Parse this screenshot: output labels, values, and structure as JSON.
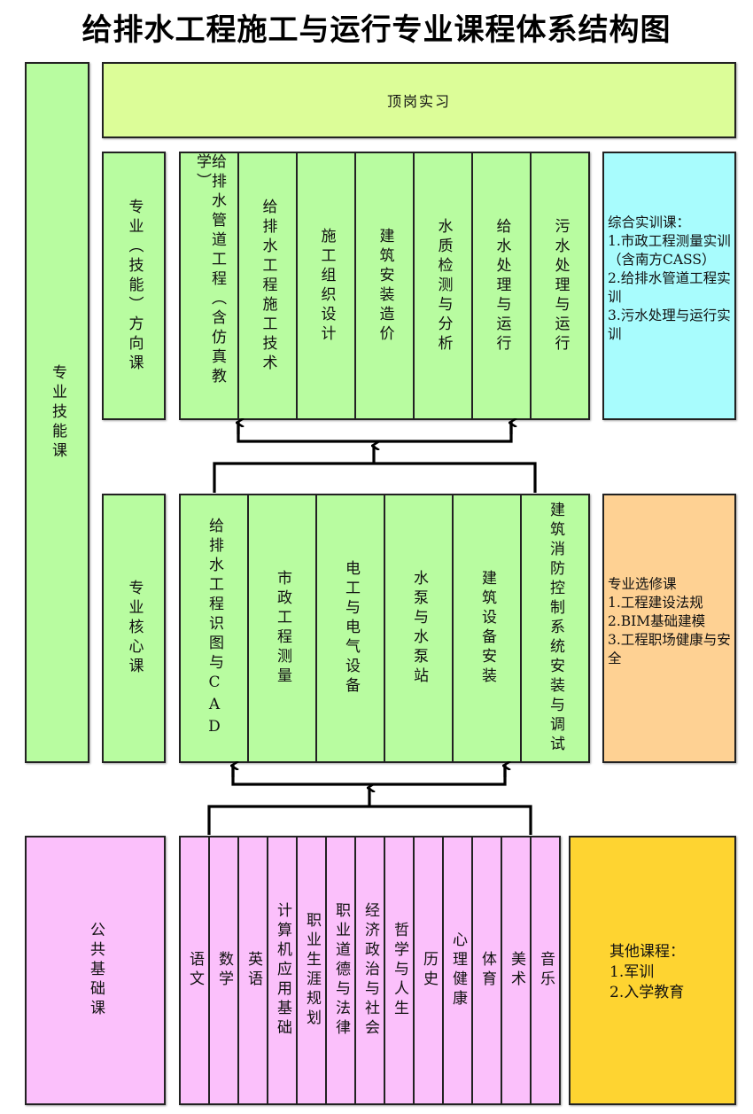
{
  "title": "给排水工程施工与运行专业课程体系结构图",
  "colors": {
    "professional_green": "#b8fca0",
    "internship_lime": "#dcfd98",
    "practical_cyan": "#a8fcfd",
    "elective_orange": "#fed193",
    "public_pink": "#fbc0fb",
    "other_yellow": "#fed431",
    "border": "#222222"
  },
  "left_column": {
    "label": "专业技能课"
  },
  "internship": {
    "label": "顶岗实习"
  },
  "direction_row": {
    "label": "专业（技能）方向课",
    "courses": [
      "给排水管道工程（含仿真教学）",
      "给排水工程施工技术",
      "施工组织设计",
      "建筑安装造价",
      "水质检测与分析",
      "给水处理与运行",
      "污水处理与运行"
    ],
    "side_box": {
      "heading": "综合实训课：",
      "items": [
        "1.市政工程测量实训（含南方CASS）",
        "2.给排水管道工程实训",
        "3.污水处理与运行实训"
      ]
    }
  },
  "core_row": {
    "label": "专业核心课",
    "courses": [
      "给排水工程识图与CAD",
      "市政工程测量",
      "电工与电气设备",
      "水泵与水泵站",
      "建筑设备安装",
      "建筑消防控制系统安装与调试"
    ],
    "side_box": {
      "heading": "专业选修课",
      "items": [
        "1.工程建设法规",
        "2.BIM基础建模",
        "3.工程职场健康与安全"
      ]
    }
  },
  "public_row": {
    "label": "公共基础课",
    "courses": [
      "语文",
      "数学",
      "英语",
      "计算机应用基础",
      "职业生涯规划",
      "职业道德与法律",
      "经济政治与社会",
      "哲学与人生",
      "历史",
      "心理健康",
      "体育",
      "美术",
      "音乐"
    ],
    "side_box": {
      "heading": "其他课程：",
      "items": [
        "1.军训",
        "2.入学教育"
      ]
    }
  }
}
